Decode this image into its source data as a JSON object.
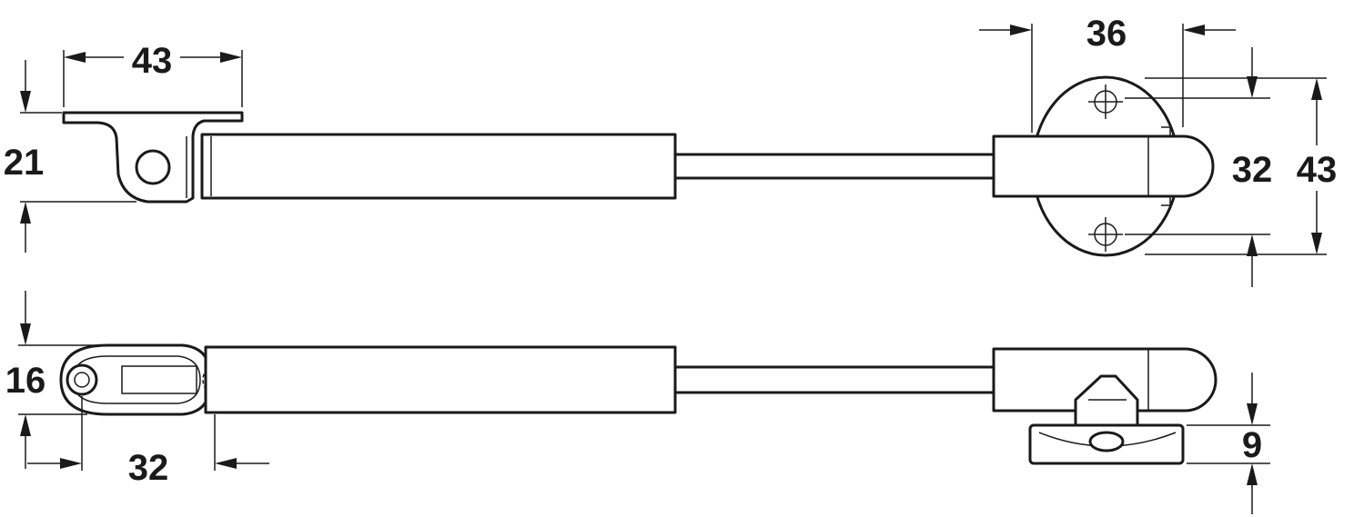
{
  "dimensions": {
    "top_mount_width": "43",
    "top_mount_height": "21",
    "end_fitting_width": "36",
    "end_fitting_inner_height": "32",
    "end_fitting_outer_height": "43",
    "eye_height": "16",
    "eye_length": "32",
    "bracket_height": "9"
  }
}
